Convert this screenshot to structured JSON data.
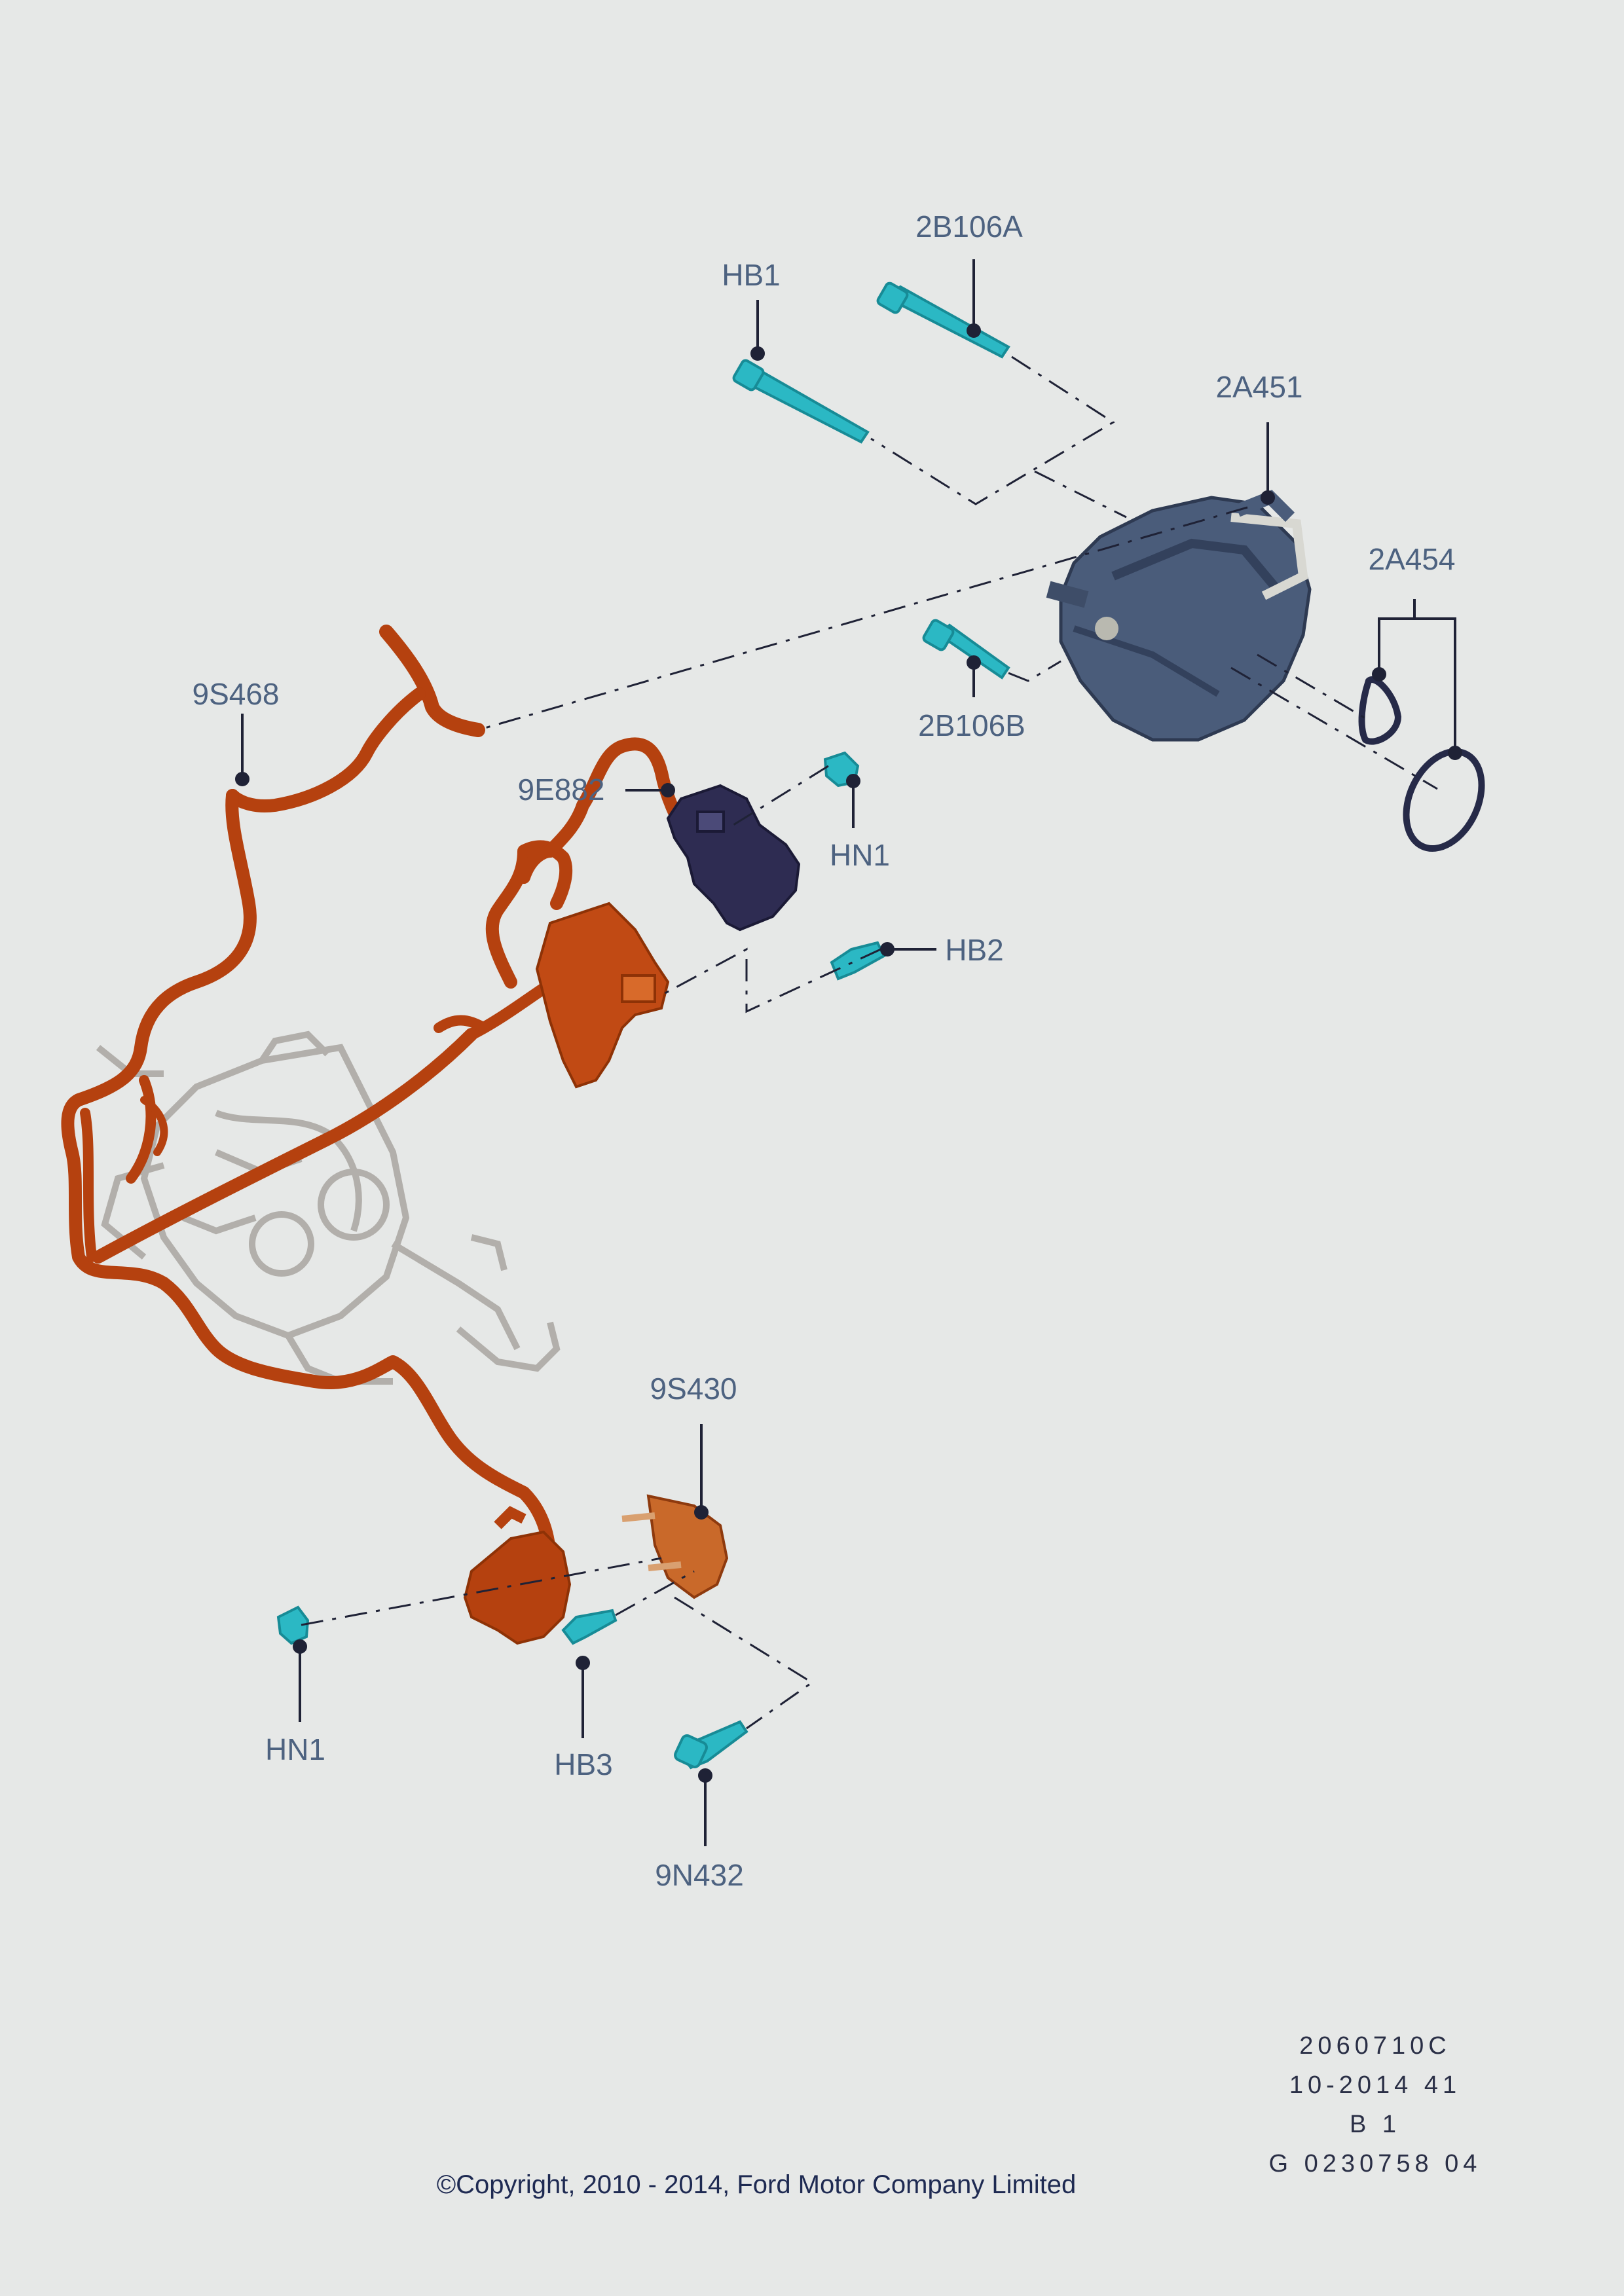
{
  "callouts": {
    "hb1": "HB1",
    "p2b106a": "2B106A",
    "p2a451": "2A451",
    "p2a454": "2A454",
    "p9s468": "9S468",
    "p2b106b": "2B106B",
    "p9e882": "9E882",
    "hn1_top": "HN1",
    "hb2": "HB2",
    "p9s430": "9S430",
    "hn1_bottom": "HN1",
    "hb3": "HB3",
    "p9n432": "9N432"
  },
  "reference": {
    "line1": "2060710C",
    "line2": "10-2014 41",
    "line3": "B 1",
    "line4": "G 0230758 04"
  },
  "copyright": "©Copyright, 2010 - 2014, Ford Motor Company Limited",
  "colors": {
    "background": "#e6e8e7",
    "harness": "#b5410f",
    "fastener": "#2bb8c4",
    "pump": "#4a5c7a",
    "solenoid": "#2e2c52",
    "engine_ghost": "#a9a6a1",
    "callout_text": "#4d6280",
    "leader": "#1f2236"
  }
}
